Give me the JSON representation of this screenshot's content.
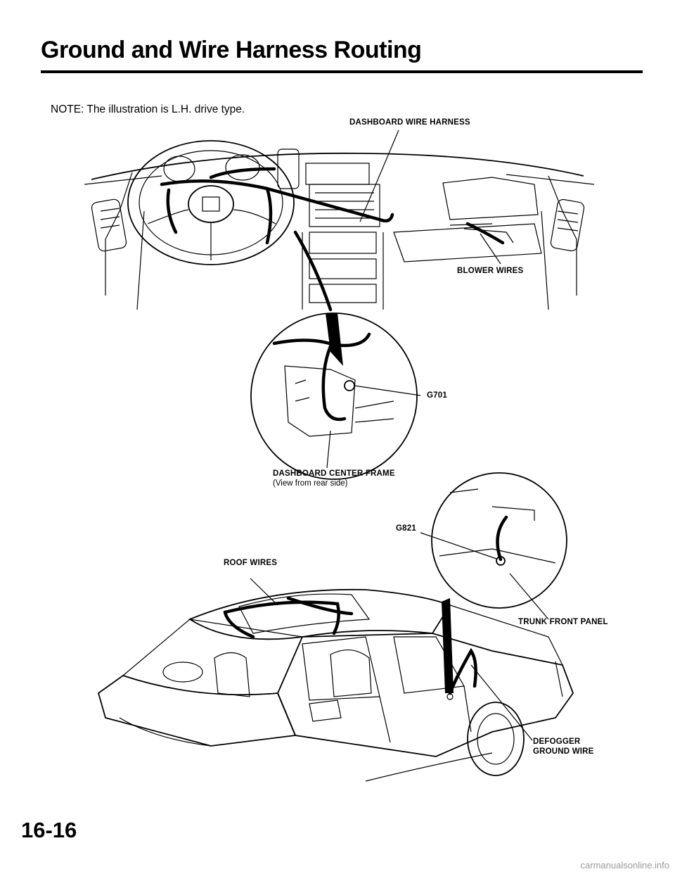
{
  "page": {
    "title": "Ground and Wire Harness Routing",
    "note": "NOTE: The illustration is L.H. drive type.",
    "page_number": "16-16",
    "watermark": "carmanualsonline.info"
  },
  "callouts": {
    "dashboard_wire_harness": "DASHBOARD WIRE HARNESS",
    "blower_wires": "BLOWER WIRES",
    "g701": "G701",
    "dashboard_center_frame": "DASHBOARD CENTER FRAME",
    "view_from_rear_side": "(View from rear side)",
    "g821": "G821",
    "roof_wires": "ROOF WIRES",
    "trunk_front_panel": "TRUNK FRONT PANEL",
    "defogger_line1": "DEFOGGER",
    "defogger_line2": "GROUND WIRE"
  }
}
